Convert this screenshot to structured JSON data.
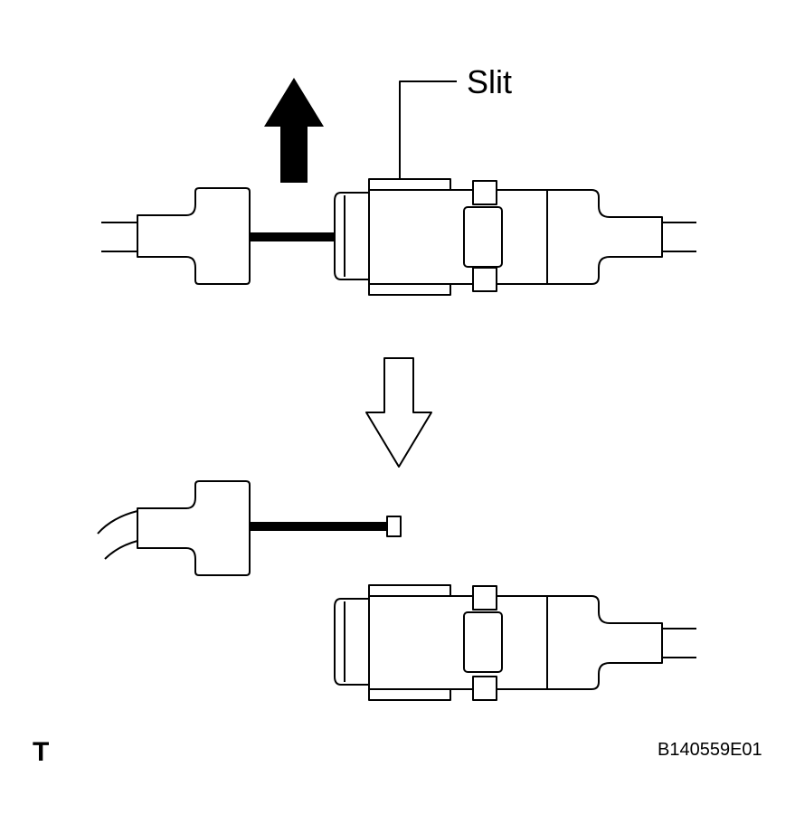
{
  "labels": {
    "slit": "Slit",
    "section_mark": "T",
    "figure_code": "B140559E01"
  },
  "arrows": {
    "pull_direction": "up",
    "step_direction": "down"
  },
  "colors": {
    "line": "#000000",
    "background": "#ffffff"
  }
}
